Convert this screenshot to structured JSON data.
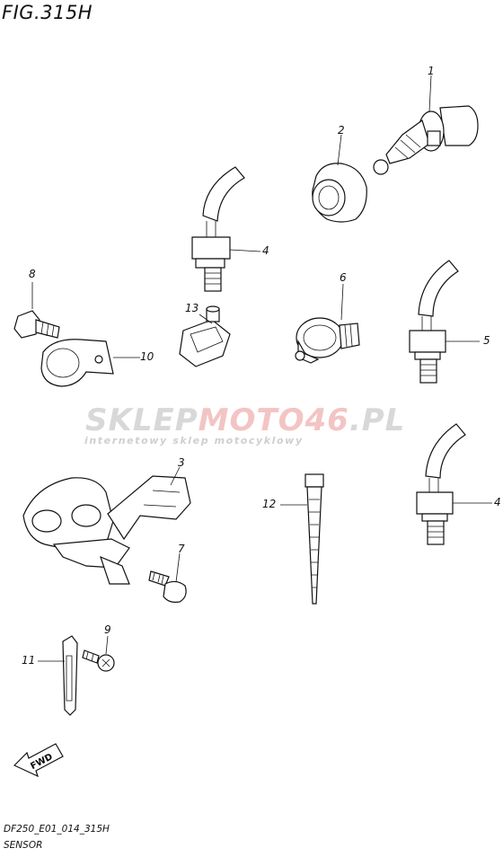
{
  "figure": {
    "title": "FIG.315H",
    "code": "DF250_E01_014_315H",
    "section": "SENSOR"
  },
  "watermark": {
    "brand_gray": "SKLEP",
    "brand_red": "MOTO46",
    "brand_suffix": ".PL",
    "tagline": "internetowy sklep motocyklowy"
  },
  "callouts": {
    "c1": "1",
    "c2": "2",
    "c3": "3",
    "c4a": "4",
    "c4b": "4",
    "c5": "5",
    "c6": "6",
    "c7": "7",
    "c8": "8",
    "c9": "9",
    "c10": "10",
    "c11": "11",
    "c12": "12",
    "c13": "13"
  },
  "fwd_label": "FWD"
}
